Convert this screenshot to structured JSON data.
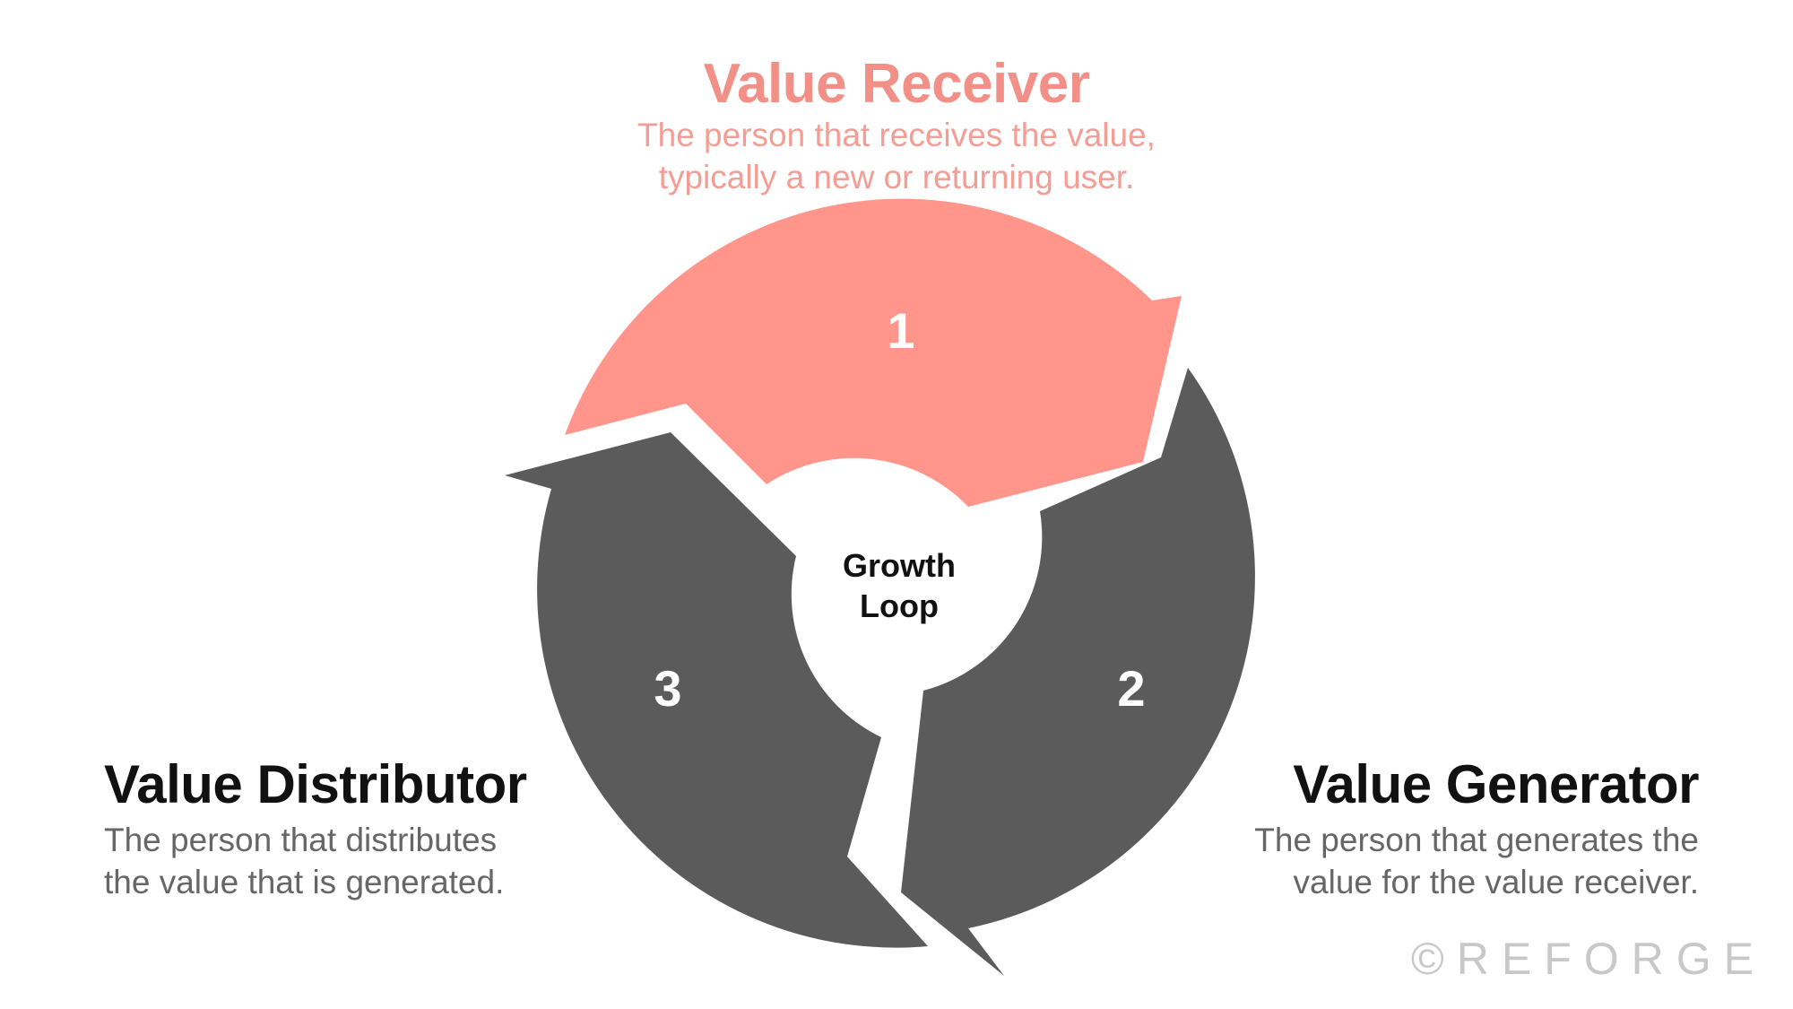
{
  "colors": {
    "receiver": "#ff958b",
    "segments": "#5b5b5b",
    "background": "#ffffff"
  },
  "center": {
    "line1": "Growth",
    "line2": "Loop"
  },
  "steps": [
    {
      "number": "1"
    },
    {
      "number": "2"
    },
    {
      "number": "3"
    }
  ],
  "receiver": {
    "title": "Value Receiver",
    "description": "The person that receives the value,\ntypically a new or returning user."
  },
  "generator": {
    "title": "Value Generator",
    "description": "The person that generates the\nvalue for the value receiver."
  },
  "distributor": {
    "title": "Value Distributor",
    "description": "The person that distributes\nthe value that is generated."
  },
  "credit": "©REFORGE"
}
